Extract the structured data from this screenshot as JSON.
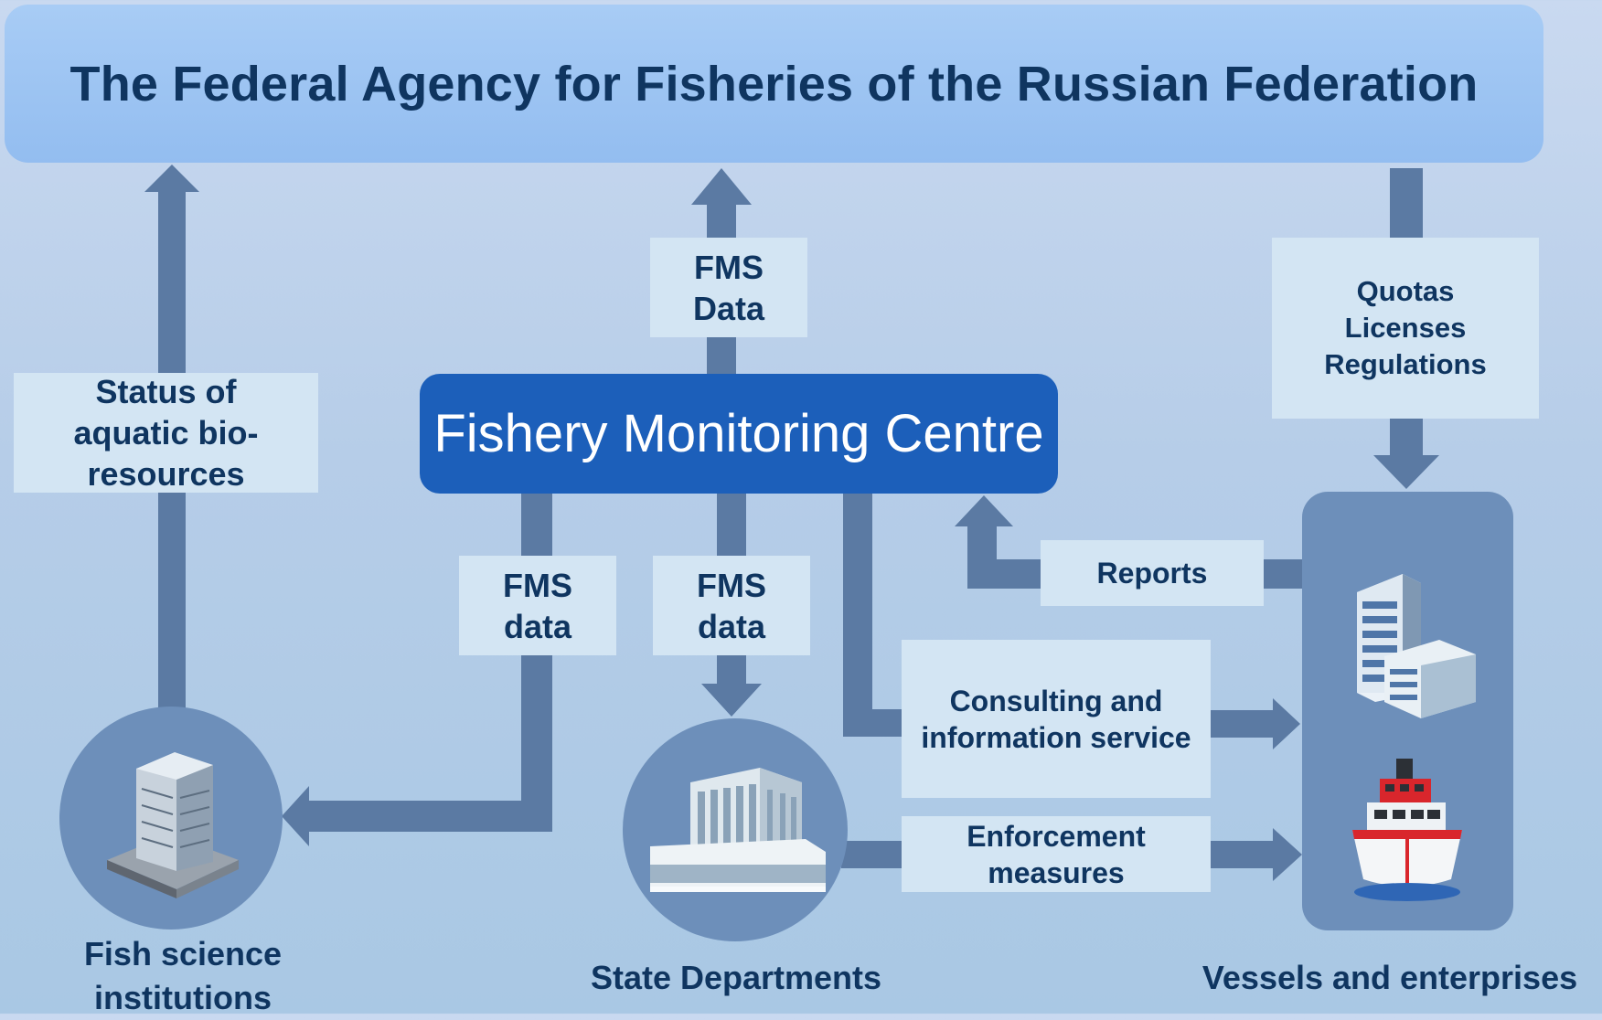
{
  "header": {
    "title": "The Federal Agency for Fisheries of the Russian Federation"
  },
  "centre": {
    "title": "Fishery Monitoring Centre"
  },
  "labels": {
    "status": [
      "Status of",
      "aquatic bio-",
      "resources"
    ],
    "fms_top": [
      "FMS",
      "Data"
    ],
    "quotas": [
      "Quotas",
      "Licenses",
      "Regulations"
    ],
    "fms_left": [
      "FMS",
      "data"
    ],
    "fms_mid": [
      "FMS",
      "data"
    ],
    "reports": "Reports",
    "consulting": [
      "Consulting and",
      "information service"
    ],
    "enforcement": [
      "Enforcement",
      "measures"
    ]
  },
  "nodes": {
    "fish_science": [
      "Fish science",
      "institutions"
    ],
    "state_departments": "State Departments",
    "vessels": "Vessels and enterprises"
  },
  "icons": {
    "fish_science": "office-tower-icon",
    "state_departments": "government-building-icon",
    "vessels_top": "office-buildings-icon",
    "vessels_bottom": "ship-icon"
  },
  "colors": {
    "agency_box": "#9cc3f2",
    "centre_box": "#1c5fba",
    "arrow": "#5b7aa3",
    "label_box": "#d3e5f3",
    "node_fill": "#6d8fba",
    "text": "#0f3560"
  }
}
